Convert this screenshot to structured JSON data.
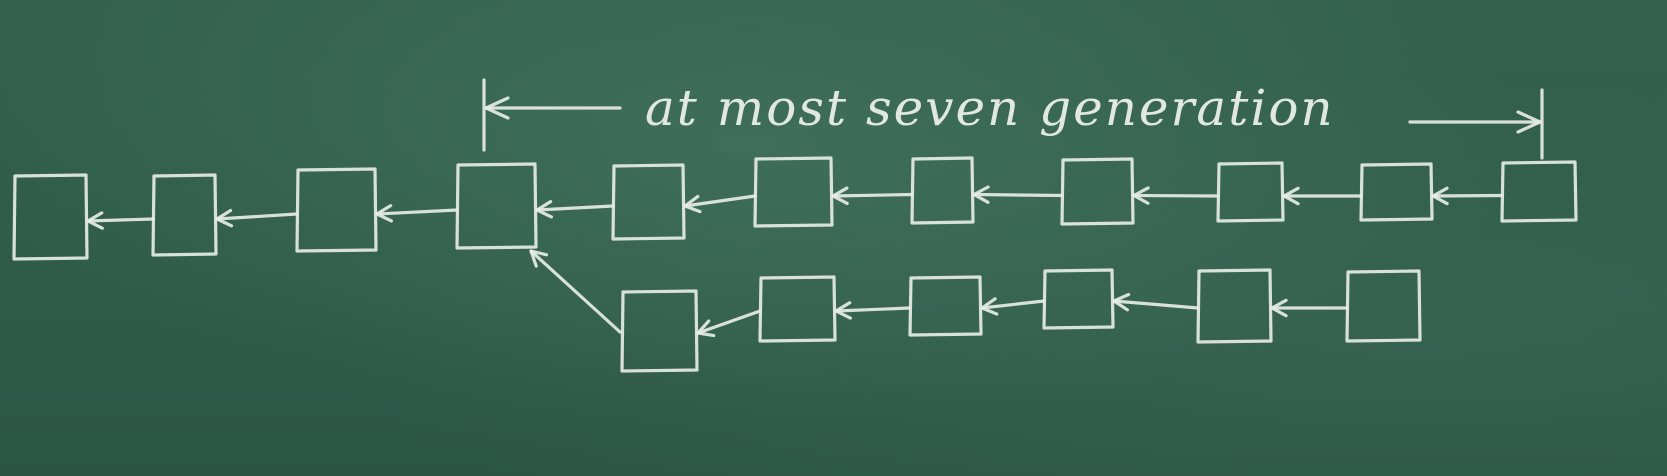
{
  "diagram": {
    "annotation": "at most seven generation",
    "top_chain_count": 11,
    "bottom_chain_count": 6,
    "branch_parent_index": 3,
    "colors": {
      "board": "#2f5a4a",
      "chalk": "#e6ece6"
    }
  }
}
